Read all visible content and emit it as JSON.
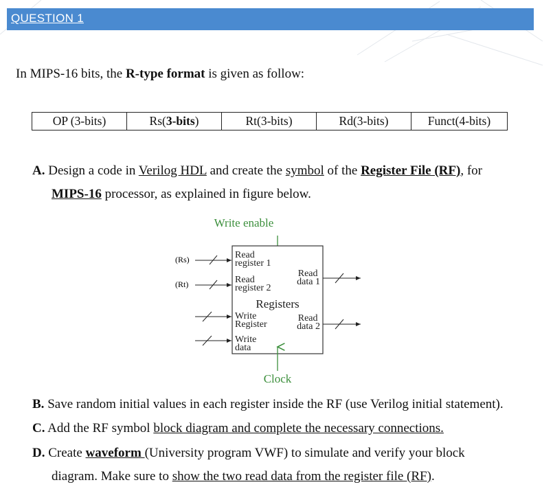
{
  "header": {
    "title": "QUESTION 1"
  },
  "intro": {
    "pre": "In MIPS-16 bits, the ",
    "bold": "R-type format",
    "post": " is given as follow:"
  },
  "format_table": [
    {
      "text": "OP (3-bits)"
    },
    {
      "text": "Rs(",
      "bold": "3-bits",
      "after": ")"
    },
    {
      "text": "Rt(3-bits)"
    },
    {
      "text": "Rd(3-bits)"
    },
    {
      "text": "Funct(4-bits)"
    }
  ],
  "part_a": {
    "label": "A.",
    "t1": " Design a code in ",
    "link1": "Verilog HDL",
    "t2": " and create the ",
    "link2": "symbol",
    "t3": " of the ",
    "link3": "Register File (RF)",
    "t4": ", for",
    "link4": "MIPS-16",
    "t5": " processor, as explained in figure below."
  },
  "diagram": {
    "write_enable": "Write enable",
    "clock": "Clock",
    "block_title": "Registers",
    "read_register_1": [
      "Read",
      "register 1"
    ],
    "read_register_2": [
      "Read",
      "register 2"
    ],
    "write_register": [
      "Write",
      "Register"
    ],
    "write_data": [
      "Write",
      "data"
    ],
    "read_data_1": [
      "Read",
      "data 1"
    ],
    "read_data_2": [
      "Read",
      "data 2"
    ],
    "rs": "(Rs)",
    "rt": "(Rt)",
    "green_color": "#3c8f3c"
  },
  "part_b": {
    "label": "B.",
    "text": " Save random initial values in each register inside the RF (use Verilog initial statement)."
  },
  "part_c": {
    "label": "C.",
    "t1": " Add the RF symbol ",
    "link": "block diagram and complete the necessary connections."
  },
  "part_d": {
    "label": "D.",
    "t1": " Create ",
    "link1": "waveform ",
    "t2": "(University program VWF) to simulate and verify your block",
    "t3": "diagram. Make sure to ",
    "link2": "show the two read data from the register file (RF)",
    "t4": "."
  }
}
